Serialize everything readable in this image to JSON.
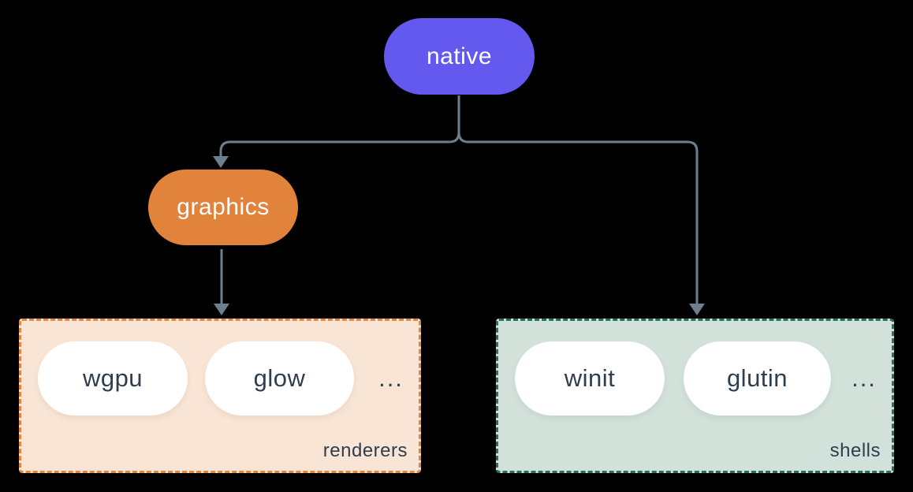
{
  "colors": {
    "bg": "#000000",
    "connector": "#6d7e8e",
    "native-fill": "#6459ef",
    "graphics-fill": "#e2833c",
    "renderers-bg": "#f9e5d5",
    "renderers-border": "#e5863d",
    "shells-bg": "#d2e1da",
    "shells-border": "#26705f",
    "node-text": "#ffffff",
    "item-text": "#2f3e4e"
  },
  "nodes": {
    "native": {
      "label": "native"
    },
    "graphics": {
      "label": "graphics"
    }
  },
  "groups": {
    "renderers": {
      "label": "renderers",
      "items": [
        "wgpu",
        "glow"
      ],
      "ellipsis": "..."
    },
    "shells": {
      "label": "shells",
      "items": [
        "winit",
        "glutin"
      ],
      "ellipsis": "..."
    }
  }
}
